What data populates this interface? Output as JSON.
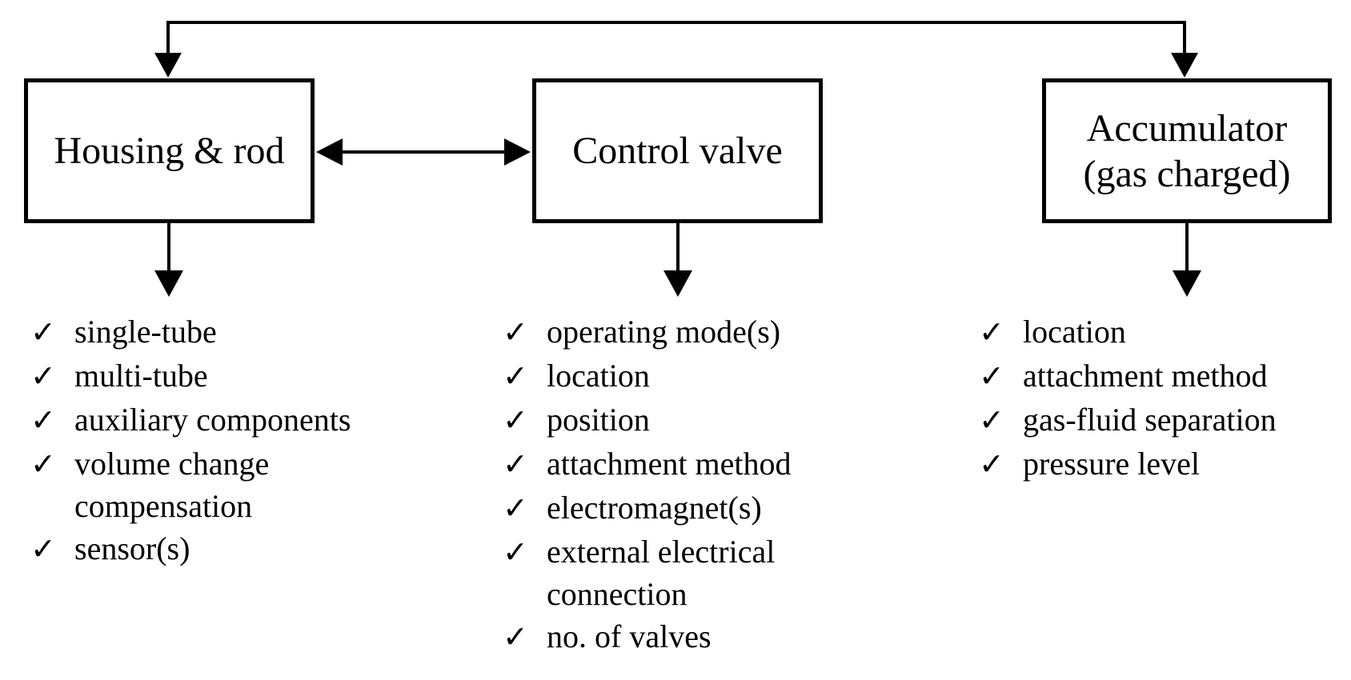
{
  "checkmark": "✓",
  "colors": {
    "line": "#000000",
    "text": "#000000",
    "background": "#ffffff"
  },
  "columns": [
    {
      "title": "Housing & rod",
      "items": [
        "single-tube",
        "multi-tube",
        "auxiliary components",
        "volume change\ncompensation",
        "sensor(s)"
      ]
    },
    {
      "title": "Control valve",
      "items": [
        "operating mode(s)",
        "location",
        "position",
        "attachment method",
        "electromagnet(s)",
        "external electrical\nconnection",
        "no. of valves"
      ]
    },
    {
      "title": "Accumulator\n(gas charged)",
      "items": [
        "location",
        "attachment method",
        "gas-fluid separation",
        "pressure level"
      ]
    }
  ],
  "connections": [
    {
      "between": [
        "top-rail",
        "Housing & rod"
      ],
      "style": "arrow-down"
    },
    {
      "between": [
        "top-rail",
        "Accumulator (gas charged)"
      ],
      "style": "arrow-down"
    },
    {
      "between": [
        "Housing & rod",
        "Control valve"
      ],
      "style": "double-headed-horizontal"
    },
    {
      "between": [
        "Housing & rod",
        "checklist"
      ],
      "style": "arrow-down"
    },
    {
      "between": [
        "Control valve",
        "checklist"
      ],
      "style": "arrow-down"
    },
    {
      "between": [
        "Accumulator (gas charged)",
        "checklist"
      ],
      "style": "arrow-down"
    }
  ]
}
